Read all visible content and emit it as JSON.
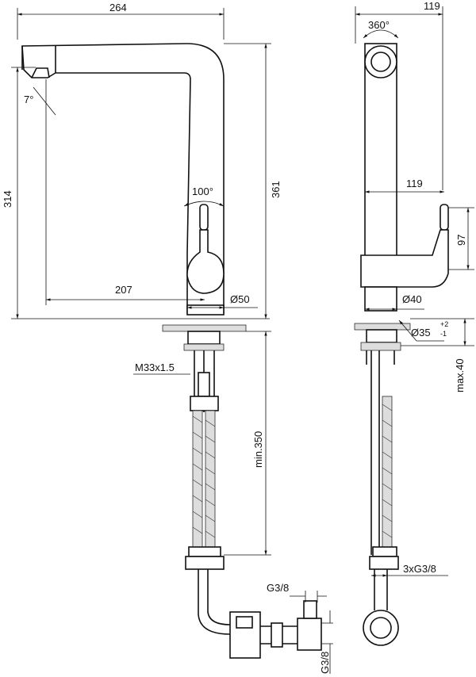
{
  "front_view": {
    "width_overall": "264",
    "spout_angle": "7°",
    "spout_height": "314",
    "total_height": "361",
    "lever_rotation": "100°",
    "reach": "207",
    "body_diameter": "Ø50",
    "thread": "M33x1.5",
    "hose_length": "min.350",
    "valve_inlet": "G3/8",
    "valve_outlet": "G3/8"
  },
  "side_view": {
    "depth_overall": "119",
    "swivel": "360°",
    "lever_reach": "119",
    "lever_height": "97",
    "base_diameter": "Ø40",
    "hole_diameter": "Ø35",
    "hole_tol_upper": "+2",
    "hole_tol_lower": "-1",
    "deck_thickness": "max.40",
    "connections": "3xG3/8"
  }
}
